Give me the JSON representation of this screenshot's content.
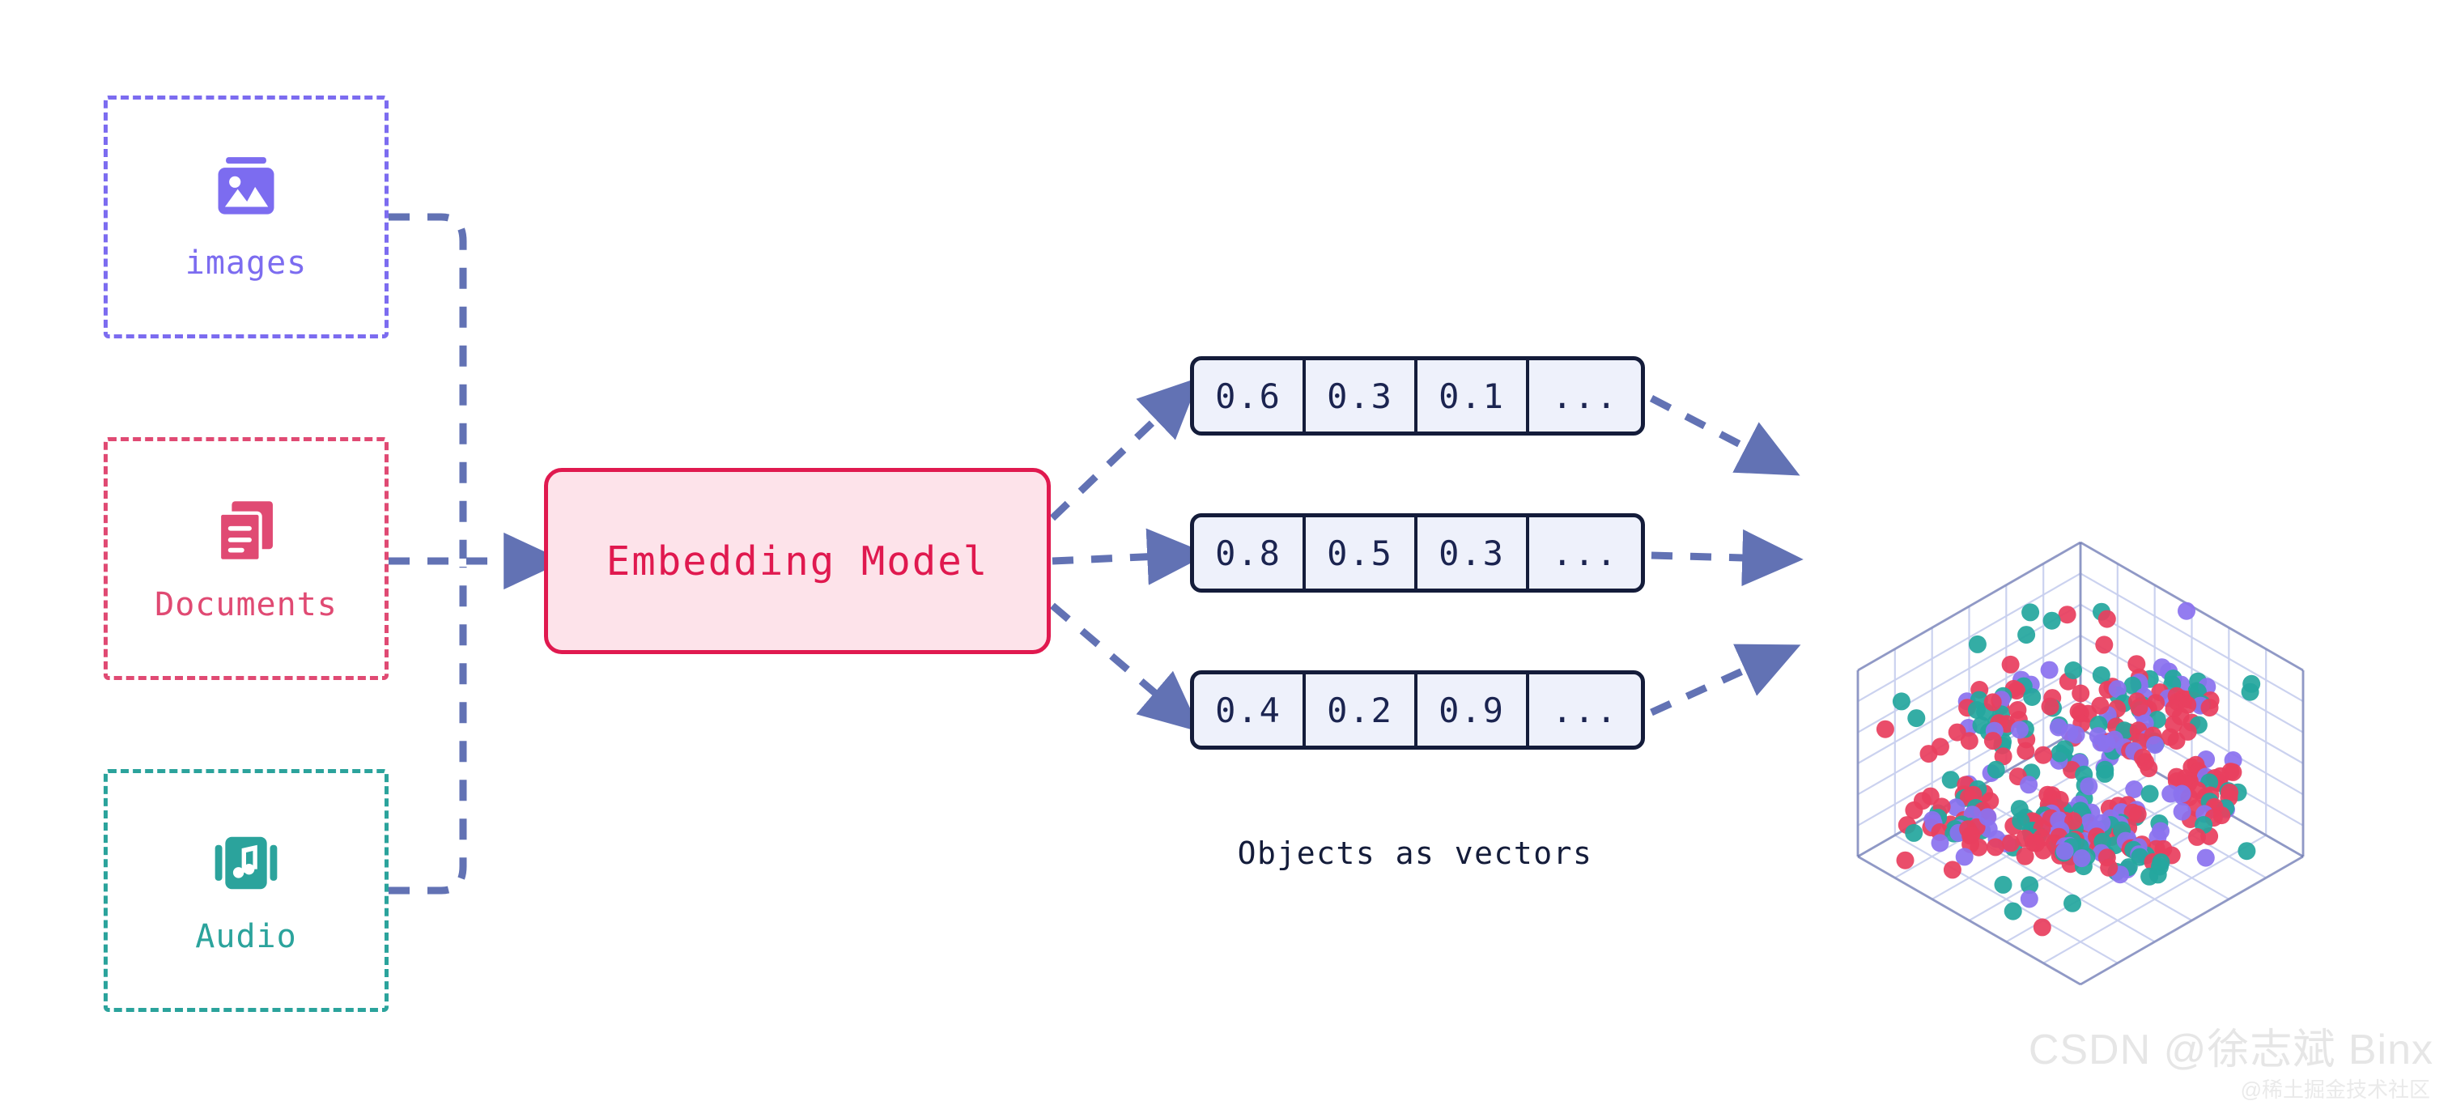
{
  "sources": [
    {
      "id": "images",
      "label": "images",
      "icon": "image-icon",
      "color": "#7c6cf0"
    },
    {
      "id": "documents",
      "label": "Documents",
      "icon": "documents-icon",
      "color": "#e04a73"
    },
    {
      "id": "audio",
      "label": "Audio",
      "icon": "audio-icon",
      "color": "#2ba39c"
    }
  ],
  "model": {
    "label": "Embedding Model",
    "fill": "#fde3ea",
    "border": "#e0194f",
    "text_color": "#e0194f"
  },
  "vectors": {
    "caption": "Objects as vectors",
    "rows": [
      {
        "cells": [
          "0.6",
          "0.3",
          "0.1",
          "..."
        ]
      },
      {
        "cells": [
          "0.8",
          "0.5",
          "0.3",
          "..."
        ]
      },
      {
        "cells": [
          "0.4",
          "0.2",
          "0.9",
          "..."
        ]
      }
    ],
    "border_color": "#141c3a",
    "fill_color": "#eef1fb"
  },
  "vector_space": {
    "name": "vector-space-cube",
    "grid_color": "#c9d0ef",
    "edge_color": "#6b76ad",
    "point_colors": [
      "#e8405f",
      "#25a79e",
      "#8b72ef"
    ],
    "point_count": 430
  },
  "connectors": {
    "color": "#6272b4",
    "style": "dashed"
  },
  "watermark": {
    "text": "CSDN @徐志斌 Binx",
    "subtext": "@稀土掘金技术社区"
  }
}
